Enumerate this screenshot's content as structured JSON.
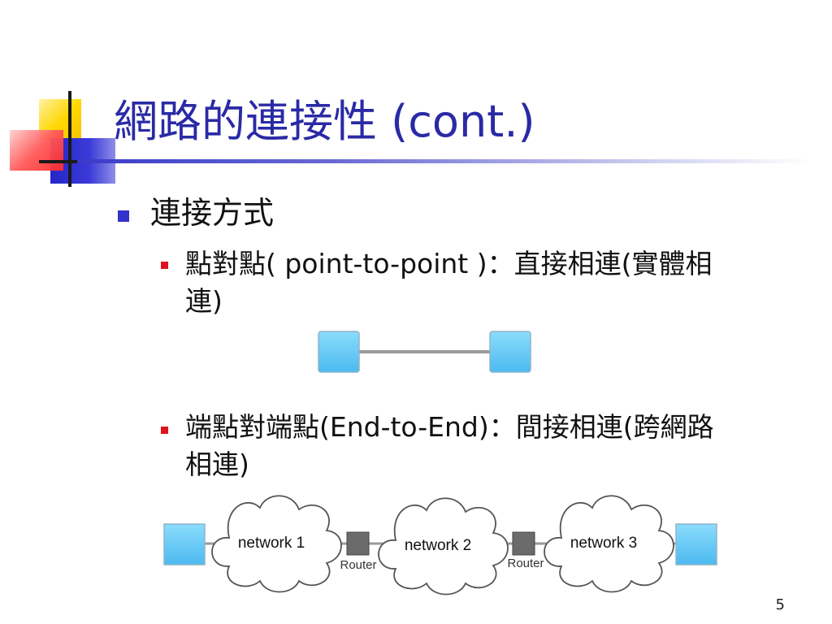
{
  "title": "網路的連接性 (cont.)",
  "bullet_main": "連接方式",
  "sub1": {
    "line1": "點對點( point-to-point )：直接相連(實體相",
    "line2": "連)"
  },
  "sub2": {
    "line1": "端點對端點(End-to-End)：間接相連(跨網路",
    "line2": "相連)"
  },
  "diagram_e2e": {
    "networks": [
      "network 1",
      "network 2",
      "network 3"
    ],
    "routers": [
      "Router",
      "Router"
    ]
  },
  "page_number": "5",
  "colors": {
    "title": "#2a2aa6",
    "node_fill": "#5bc8f5",
    "router_fill": "#6b6b6b",
    "bullet_l1": "#3333cc",
    "bullet_l2": "#e0101c"
  }
}
